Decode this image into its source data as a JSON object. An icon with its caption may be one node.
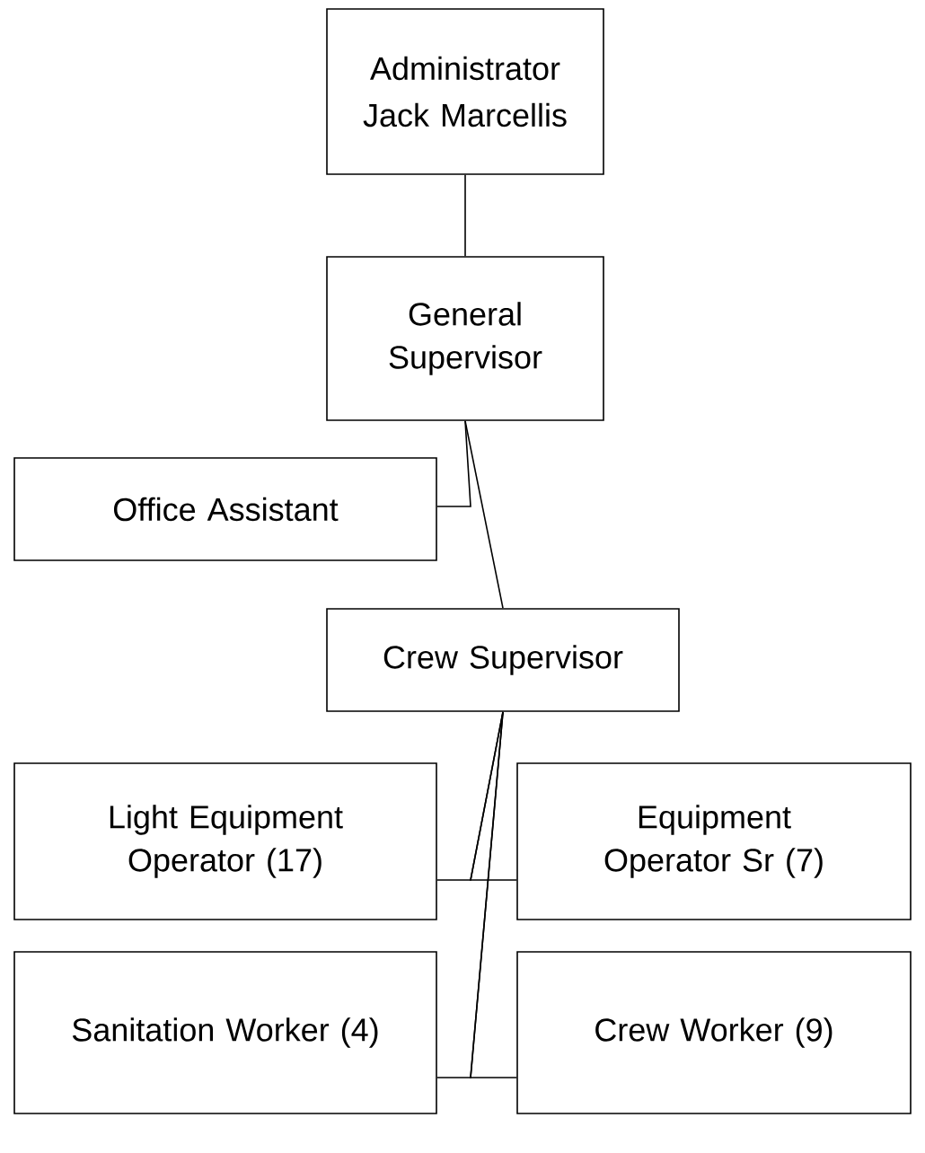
{
  "diagram": {
    "nodes": [
      {
        "text": [
          "Administrator",
          "Jack Marcellis"
        ]
      },
      {
        "text": [
          "General Supervisor"
        ]
      },
      {
        "text": [
          "Office Assistant"
        ]
      },
      {
        "text": [
          "Crew Supervisor"
        ]
      },
      {
        "text": [
          "Light Equipment Operator (17)"
        ]
      },
      {
        "text": [
          "Equipment Operator Sr (7)"
        ]
      },
      {
        "text": [
          "Sanitation Worker (4)"
        ]
      },
      {
        "text": [
          "Crew Worker (9)"
        ]
      }
    ],
    "edges": [
      {
        "from": 0,
        "to": 1,
        "arrow": "none"
      },
      {
        "from": 1,
        "to": 2,
        "arrow": "none"
      },
      {
        "from": 1,
        "to": 3,
        "arrow": "none"
      },
      {
        "from": 3,
        "to": 4,
        "arrow": "none"
      },
      {
        "from": 3,
        "to": 5,
        "arrow": "none"
      },
      {
        "from": 3,
        "to": 6,
        "arrow": "none"
      },
      {
        "from": 3,
        "to": 7,
        "arrow": "none"
      }
    ]
  }
}
